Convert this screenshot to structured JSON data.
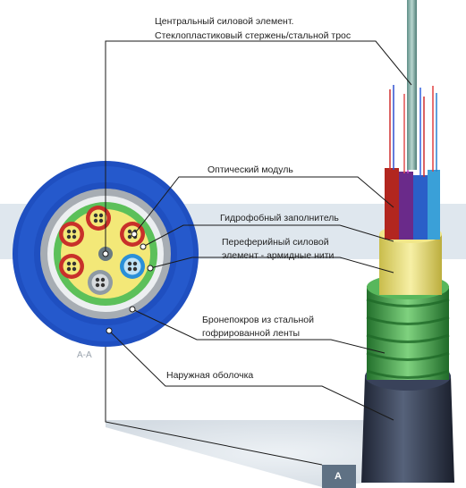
{
  "labels": {
    "central_member_line1": "Центральный силовой элемент.",
    "central_member_line2": "Стеклопластиковый стержень/стальной трос",
    "optical_module": "Оптический модуль",
    "hydrophobic_filler": "Гидрофобный заполнитель",
    "peripheral_line1": "Переферийный силовой",
    "peripheral_line2": "элемент - армидные нити",
    "armor_line1": "Бронепокров из стальной",
    "armor_line2": "гофрированной ленты",
    "outer_sheath": "Наружная оболочка"
  },
  "section_label": "А-А",
  "section_marker": "А",
  "colors": {
    "band": "#dfe7ee",
    "outer_blue": "#1f4fc0",
    "steel_gray": "#9aa1a8",
    "aramid_green": "#5cc05a",
    "filler_yellow": "#f3e878",
    "module_red": "#c8302a",
    "module_blue": "#2a8fd8",
    "module_gray": "#8f9aa3",
    "sheath_dark": "#2c3446",
    "armor_green": "#3f9e46"
  }
}
